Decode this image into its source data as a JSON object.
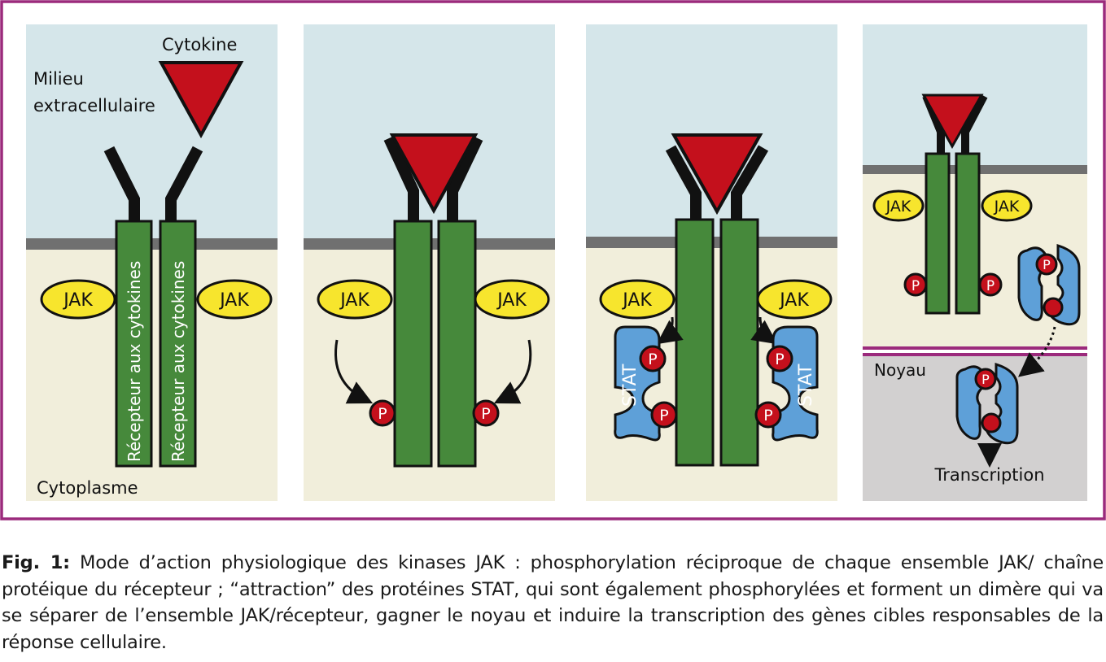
{
  "panel1": {
    "cytokine_label": "Cytokine",
    "milieu_line1": "Milieu",
    "milieu_line2": "extracellulaire",
    "receptor_label_left": "Récepteur aux cytokines",
    "receptor_label_right": "Récepteur aux cytokines",
    "jak_left": "JAK",
    "jak_right": "JAK",
    "cytoplasm_label": "Cytoplasme"
  },
  "panel2": {
    "jak_left": "JAK",
    "jak_right": "JAK",
    "p_left": "P",
    "p_right": "P"
  },
  "panel3": {
    "jak_left": "JAK",
    "jak_right": "JAK",
    "stat_left": "STAT",
    "stat_right": "STAT",
    "p_stat_left": "P",
    "p_receptor_left": "P",
    "p_stat_right": "P",
    "p_receptor_right": "P"
  },
  "panel4": {
    "jak_left": "JAK",
    "jak_right": "JAK",
    "p_left": "P",
    "p_right": "P",
    "p_dimer_top": "P",
    "p_dimer_nucleus": "P",
    "nucleus_label": "Noyau",
    "transcription_label": "Transcription"
  },
  "caption": {
    "label": "Fig. 1:",
    "text": " Mode d’action physiologique des kinases JAK : phosphorylation réciproque de chaque ensemble JAK/ chaîne protéique du récepteur ; “attraction” des protéines STAT, qui sont également phosphorylées et forment un dimère qui va se séparer de l’ensemble JAK/récepteur, gagner le noyau et induire la transcription des gènes cibles responsables de la réponse cellulaire."
  },
  "colors": {
    "frame": "#9b2a7c",
    "extracellular": "#d5e6ea",
    "cytoplasm": "#f1eedb",
    "nucleus": "#d2d0d0",
    "membrane": "#707070",
    "receptor": "#46893b",
    "cytokine": "#c4101c",
    "jak": "#f7e52d",
    "stat": "#5ea0d8",
    "phosphate": "#c4101c"
  }
}
